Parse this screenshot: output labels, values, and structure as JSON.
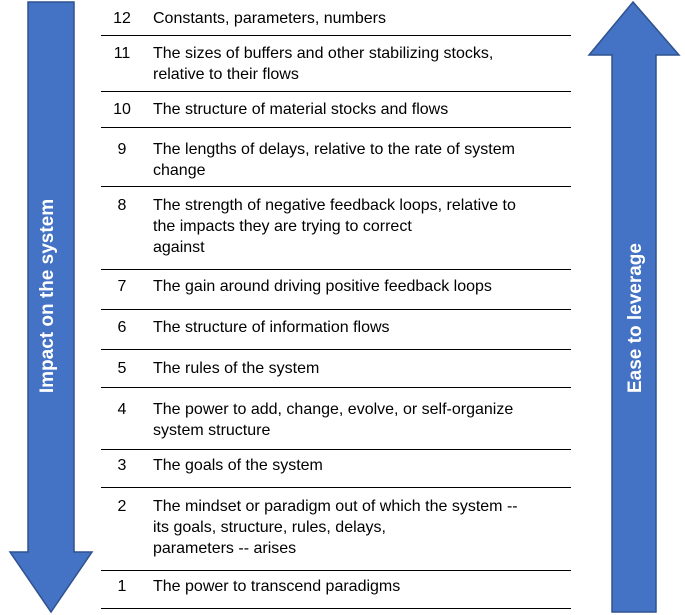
{
  "arrows": {
    "left_label": "Impact on the system",
    "right_label": "Ease to leverage",
    "color": "#4472C4",
    "border_color": "#2F528F"
  },
  "items": [
    {
      "num": "12",
      "text": "Constants, parameters, numbers"
    },
    {
      "num": "11",
      "text": "The sizes of buffers and other stabilizing stocks,\nrelative to their flows"
    },
    {
      "num": "10",
      "text": "The structure of material stocks and flows"
    },
    {
      "num": "9",
      "text": "The lengths of delays, relative to the rate of system\nchange"
    },
    {
      "num": "8",
      "text": "The strength of negative feedback loops, relative to\nthe impacts they are trying to correct\nagainst"
    },
    {
      "num": "7",
      "text": "The gain around driving positive feedback loops"
    },
    {
      "num": "6",
      "text": "The structure of information flows"
    },
    {
      "num": "5",
      "text": "The rules of the system"
    },
    {
      "num": "4",
      "text": "The power to add, change, evolve, or self-organize\nsystem structure"
    },
    {
      "num": "3",
      "text": "The goals of the system"
    },
    {
      "num": "2",
      "text": "The mindset or paradigm out of which the system --\nits goals, structure, rules, delays,\nparameters -- arises"
    },
    {
      "num": "1",
      "text": "The power to transcend paradigms"
    }
  ]
}
